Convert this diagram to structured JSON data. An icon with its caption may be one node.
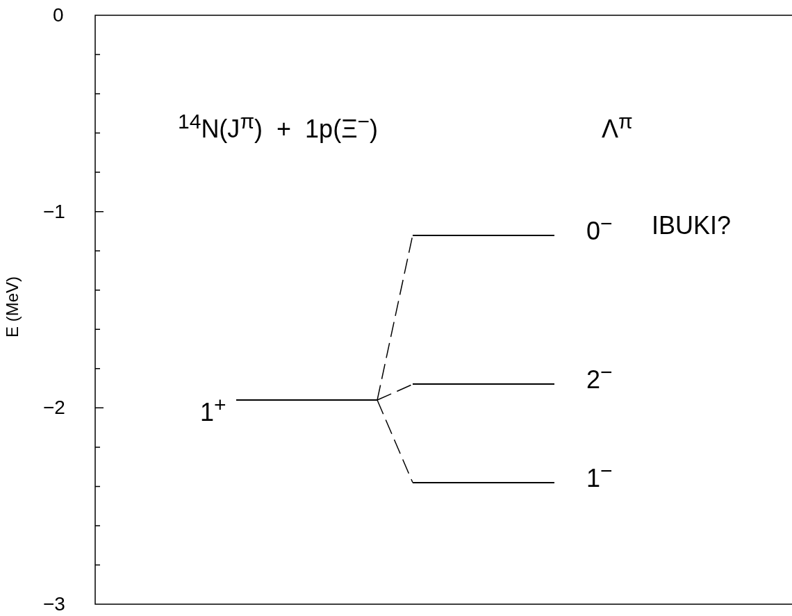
{
  "diagram": {
    "nodes": [
      {
        "text": [
          "1$^{+}$"
        ]
      },
      {
        "text": [
          "0$^{−}$"
        ],
        "beside": [
          "IBUKI?"
        ]
      },
      {
        "text": [
          "2$^{−}$"
        ]
      },
      {
        "text": [
          "1$^{−}$"
        ]
      }
    ],
    "edges": [
      {
        "from": 0,
        "to": 1,
        "arrow": "none",
        "style": "dashed"
      },
      {
        "from": 0,
        "to": 2,
        "arrow": "none",
        "style": "dashed"
      },
      {
        "from": 0,
        "to": 3,
        "arrow": "none",
        "style": "dashed"
      }
    ],
    "labels": [
      "0",
      "−1",
      "−2",
      "−3",
      "E (MeV)",
      "$^{14}$N(J$^{π}$)  +  1p(Ξ$^{−}$)",
      "Λ$^{π}$"
    ]
  }
}
